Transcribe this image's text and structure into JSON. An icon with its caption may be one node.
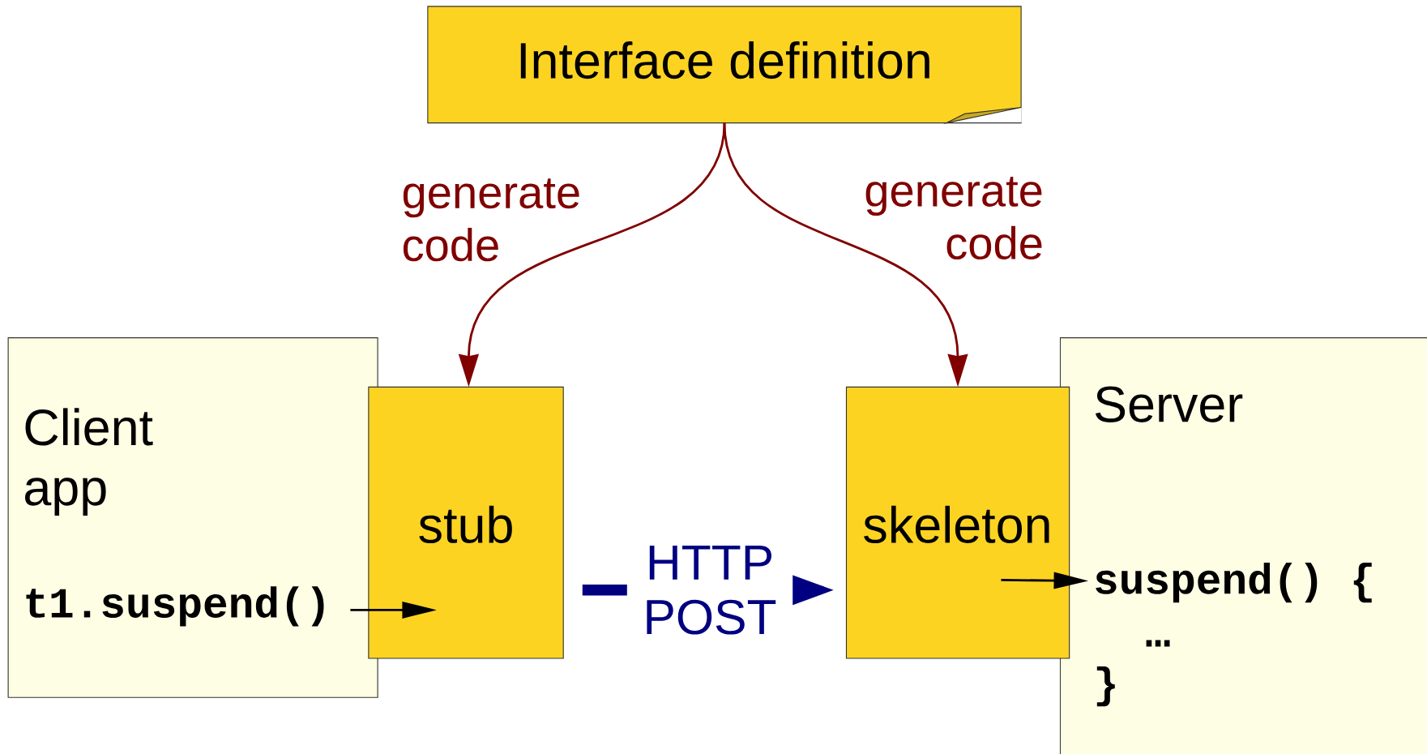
{
  "diagram": {
    "nodes": [
      {
        "text": [
          "Interface definition"
        ]
      },
      {
        "text": [
          "Client app",
          "t1.suspend()"
        ]
      },
      {
        "text": [
          "stub"
        ]
      },
      {
        "text": [
          "skeleton"
        ]
      },
      {
        "text": [
          "Server",
          "suspend() {",
          "…",
          "}"
        ]
      }
    ],
    "edges": [
      {
        "from": 0,
        "to": 2,
        "arrow": "to",
        "label": "generate code",
        "color": "#800000"
      },
      {
        "from": 0,
        "to": 3,
        "arrow": "to",
        "label": "generate code",
        "color": "#800000"
      },
      {
        "from": 1,
        "to": 2,
        "arrow": "to",
        "color": "#000000"
      },
      {
        "from": 2,
        "to": 3,
        "arrow": "to",
        "label": "HTTP POST",
        "style": "thick",
        "color": "#000080"
      },
      {
        "from": 3,
        "to": 4,
        "arrow": "to",
        "color": "#000000"
      }
    ]
  }
}
